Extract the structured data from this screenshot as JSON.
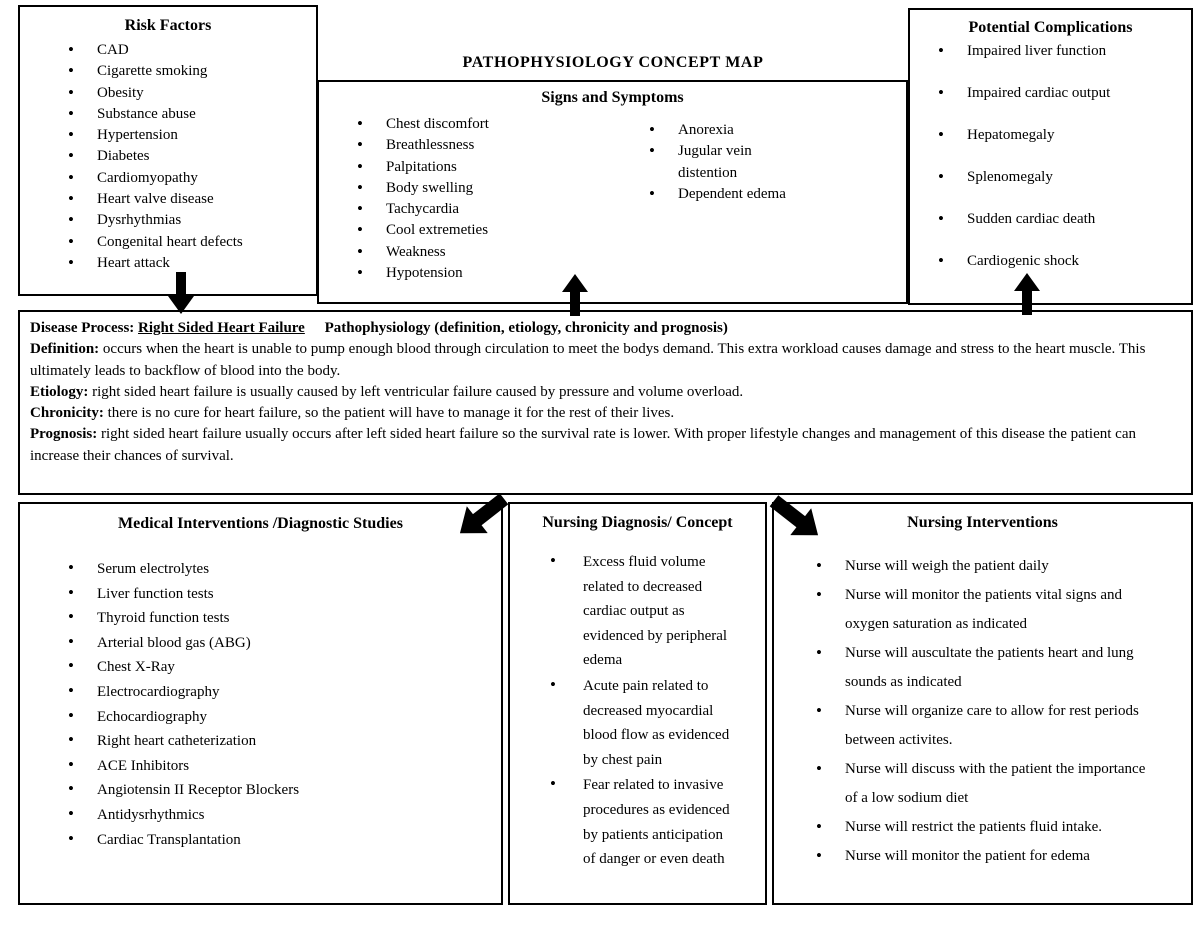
{
  "title": "PATHOPHYSIOLOGY CONCEPT MAP",
  "colors": {
    "background": "#ffffff",
    "border": "#000000",
    "text": "#000000",
    "arrow": "#000000"
  },
  "boxes": {
    "risk_factors": {
      "heading": "Risk Factors",
      "items": [
        "CAD",
        "Cigarette smoking",
        "Obesity",
        "Substance abuse",
        "Hypertension",
        "Diabetes",
        "Cardiomyopathy",
        "Heart valve disease",
        "Dysrhythmias",
        "Congenital heart defects",
        "Heart attack"
      ]
    },
    "signs_symptoms": {
      "heading": "Signs and Symptoms",
      "col1": [
        "Chest discomfort",
        "Breathlessness",
        "Palpitations",
        "Body swelling",
        "Tachycardia",
        "Cool extremeties",
        "Weakness",
        "Hypotension"
      ],
      "col2": [
        "Anorexia",
        "Jugular vein distention",
        "Dependent edema"
      ]
    },
    "potential_complications": {
      "heading": "Potential Complications",
      "items": [
        "Impaired liver function",
        "Impaired cardiac output",
        "Hepatomegaly",
        "Splenomegaly",
        "Sudden cardiac death",
        "Cardiogenic shock"
      ]
    },
    "disease_process": {
      "label": "Disease Process:",
      "disease_name": "Right Sided Heart Failure",
      "patho_label": "Pathophysiology (definition, etiology, chronicity and prognosis)",
      "sections": [
        {
          "label": "Definition:",
          "text": "occurs when the heart is unable to pump enough blood through circulation to meet the bodys demand. This extra workload causes damage and stress to the heart muscle. This ultimately leads to backflow of blood into the body."
        },
        {
          "label": "Etiology:",
          "text": "right sided heart failure is usually caused by left ventricular failure caused by pressure and volume overload."
        },
        {
          "label": "Chronicity:",
          "text": "there is no cure for heart failure, so the patient will have to manage it for the rest of their lives."
        },
        {
          "label": "Prognosis:",
          "text": "right sided heart failure usually occurs after left sided heart failure so the survival rate is lower. With proper lifestyle changes and management of this disease the patient can increase their chances of survival."
        }
      ]
    },
    "medical_interventions": {
      "heading": "Medical Interventions /Diagnostic Studies",
      "items": [
        "Serum electrolytes",
        "Liver function tests",
        "Thyroid function tests",
        "Arterial blood gas (ABG)",
        "Chest X-Ray",
        "Electrocardiography",
        "Echocardiography",
        "Right heart catheterization",
        "ACE Inhibitors",
        "Angiotensin II Receptor Blockers",
        "Antidysrhythmics",
        "Cardiac Transplantation"
      ]
    },
    "nursing_diagnosis": {
      "heading": "Nursing Diagnosis/ Concept",
      "items": [
        "Excess fluid volume related to decreased cardiac output as evidenced by peripheral edema",
        "Acute pain related to decreased myocardial blood flow as evidenced by chest pain",
        "Fear related to invasive procedures as evidenced by patients anticipation of danger or even death"
      ]
    },
    "nursing_interventions": {
      "heading": "Nursing Interventions",
      "items": [
        "Nurse will weigh the patient daily",
        "Nurse will monitor the patients vital signs and oxygen saturation as indicated",
        "Nurse will auscultate the patients heart and lung sounds as indicated",
        "Nurse will organize care to allow for rest periods between activites.",
        "Nurse will discuss with the patient the importance of a low sodium diet",
        "Nurse will restrict the patients fluid intake.",
        "Nurse will monitor the patient for edema"
      ]
    }
  },
  "arrows": {
    "risk_to_disease": "down",
    "disease_to_signs": "up",
    "disease_to_complications": "up",
    "disease_to_medical": "down-left",
    "disease_to_nursing": "down-right"
  }
}
